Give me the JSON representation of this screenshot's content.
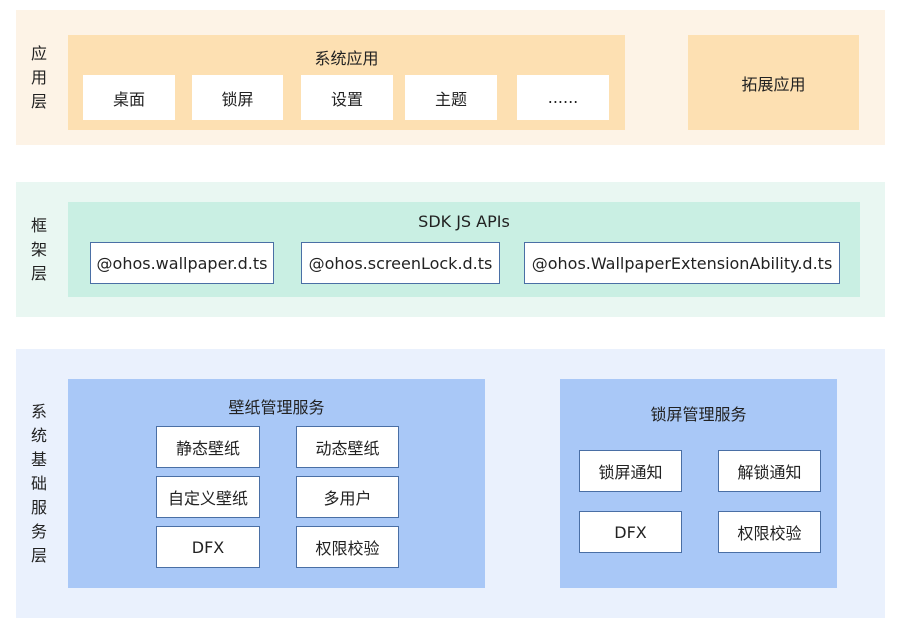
{
  "layers": {
    "app": {
      "label": [
        "应",
        "用",
        "层"
      ],
      "system_apps": {
        "title": "系统应用",
        "items": [
          "桌面",
          "锁屏",
          "设置",
          "主题",
          "......"
        ]
      },
      "extension_apps": "拓展应用"
    },
    "framework": {
      "label": [
        "框",
        "架",
        "层"
      ],
      "sdk": {
        "title": "SDK JS APIs",
        "items": [
          "@ohos.wallpaper.d.ts",
          "@ohos.screenLock.d.ts",
          "@ohos.WallpaperExtensionAbility.d.ts"
        ]
      }
    },
    "system_service": {
      "label": [
        "系",
        "统",
        "基",
        "础",
        "服",
        "务",
        "层"
      ],
      "wallpaper_service": {
        "title": "壁纸管理服务",
        "items": [
          "静态壁纸",
          "动态壁纸",
          "自定义壁纸",
          "多用户",
          "DFX",
          "权限校验"
        ]
      },
      "lockscreen_service": {
        "title": "锁屏管理服务",
        "items": [
          "锁屏通知",
          "解锁通知",
          "DFX",
          "权限校验"
        ]
      }
    }
  },
  "colors": {
    "app_layer_bg": "#fdf3e6",
    "app_box_bg": "#fde0b2",
    "framework_layer_bg": "#e9f7f2",
    "framework_box_bg": "#c9efe3",
    "service_layer_bg": "#eaf1fd",
    "service_box_bg": "#a9c8f7",
    "border": "#4a6fa5"
  }
}
